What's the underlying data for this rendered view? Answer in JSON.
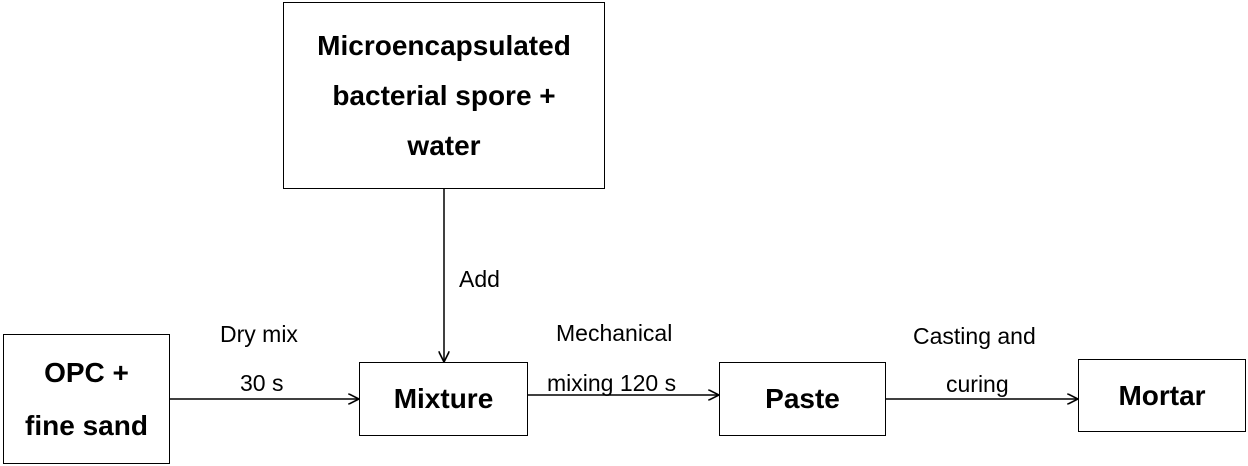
{
  "nodes": {
    "spore": {
      "lines": [
        "Microencapsulated",
        "bacterial spore +",
        "water"
      ]
    },
    "opc": {
      "lines": [
        "OPC +",
        "fine sand"
      ]
    },
    "mixture": {
      "lines": [
        "Mixture"
      ]
    },
    "paste": {
      "lines": [
        "Paste"
      ]
    },
    "mortar": {
      "lines": [
        "Mortar"
      ]
    }
  },
  "edges": {
    "add": {
      "label": "Add"
    },
    "dry_mix": {
      "line1": "Dry mix",
      "line2": "30 s"
    },
    "mechanical": {
      "line1": "Mechanical",
      "line2": "mixing 120 s"
    },
    "casting": {
      "line1": "Casting and",
      "line2": "curing"
    }
  }
}
